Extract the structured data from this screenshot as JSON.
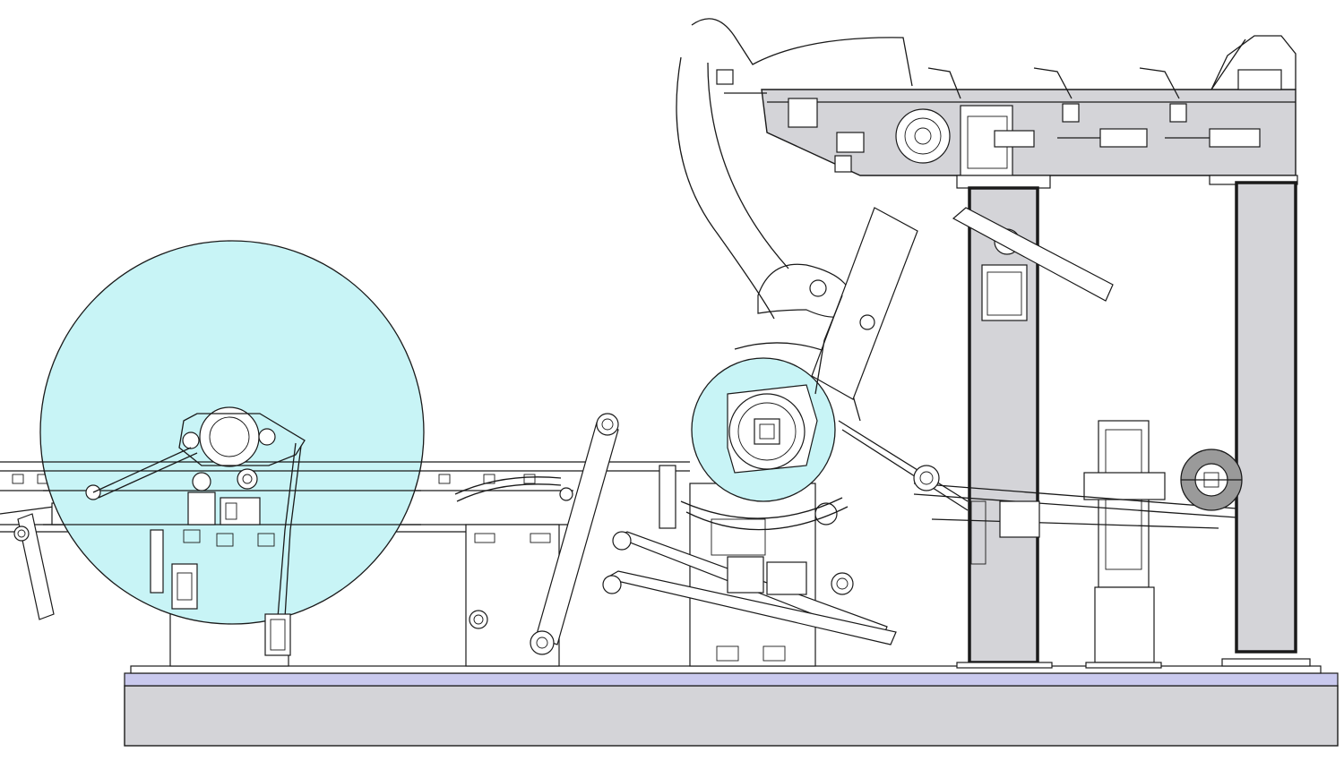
{
  "colors": {
    "background": "#ffffff",
    "line": "#1a1a1a",
    "machine_gray": "#d4d4d8",
    "coil_cyan": "#c8f4f6",
    "base_lavender": "#c9c9ee",
    "roll_dark_gray": "#9a9a9a"
  },
  "components": [
    "base-frame",
    "large-coil",
    "feed-roll-unit",
    "upper-gantry-beam",
    "gantry-column-left",
    "gantry-column-right",
    "support-pedestal",
    "small-roll"
  ]
}
